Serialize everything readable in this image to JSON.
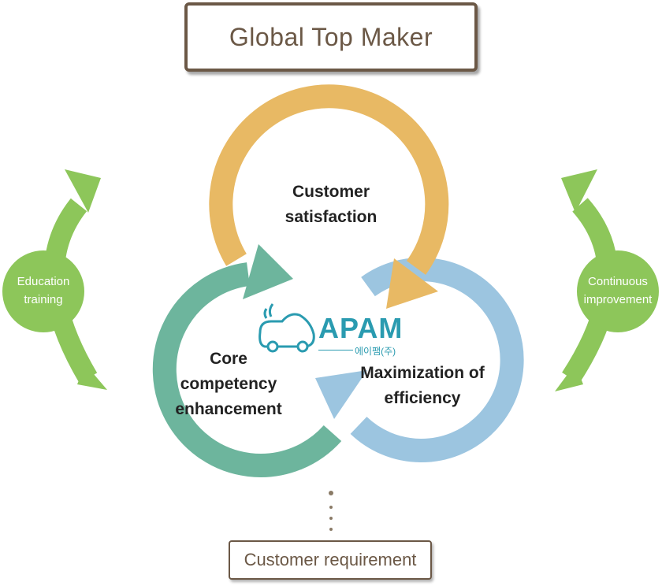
{
  "title": "Global Top Maker",
  "cycle": {
    "top": [
      "Customer",
      "satisfaction"
    ],
    "left": [
      "Core",
      "competency",
      "enhancement"
    ],
    "right": [
      "Maximization of",
      "efficiency"
    ]
  },
  "left_side": [
    "Education",
    "training"
  ],
  "right_side": [
    "Continuous",
    "improvement"
  ],
  "logo": {
    "name": "APAM",
    "subtitle": "에이팸(주)"
  },
  "bottom": "Customer requirement",
  "colors": {
    "yellow_arrow": "#e8b964",
    "teal_arrow": "#6db59d",
    "blue_arrow": "#9cc5e0",
    "green_side": "#8dc65a",
    "title_border": "#6b5846",
    "logo": "#2a9bb0"
  }
}
